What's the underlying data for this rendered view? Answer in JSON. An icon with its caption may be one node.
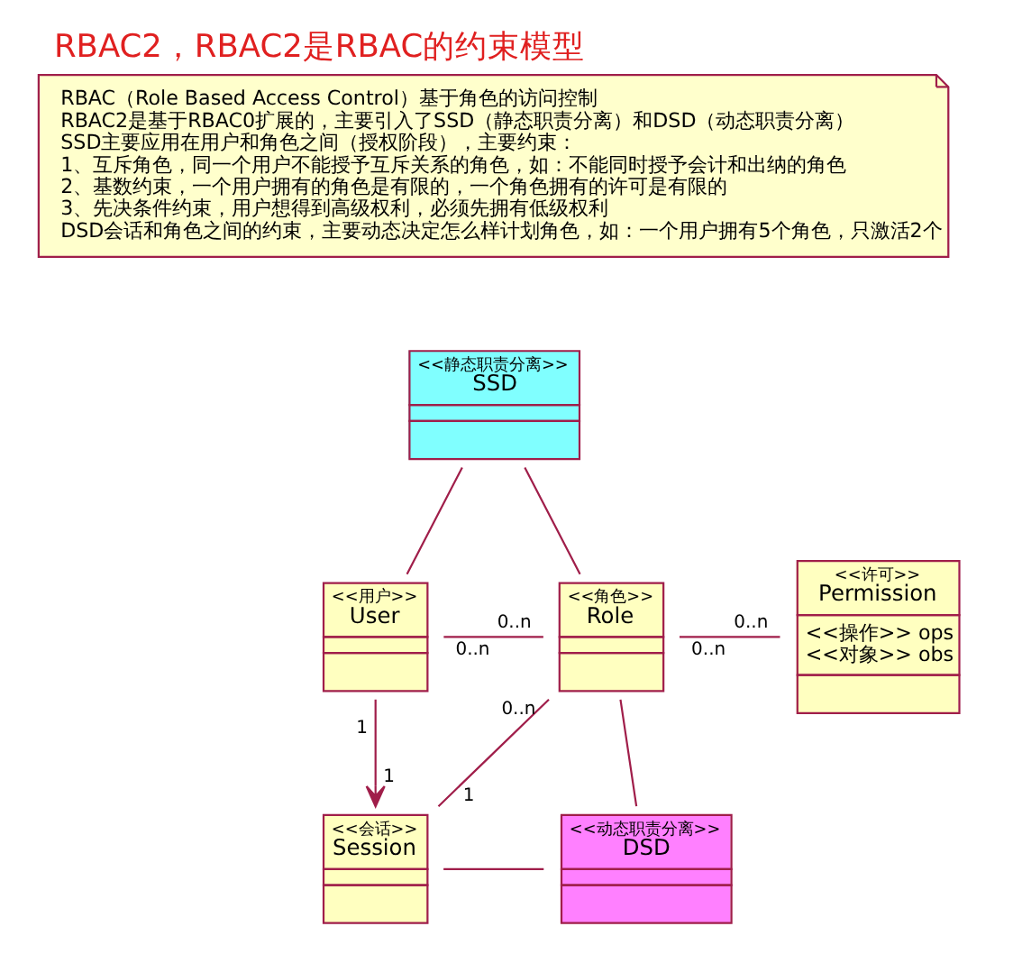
{
  "diagram": {
    "title": "RBAC2，RBAC2是RBAC的约束模型",
    "nodes": [
      {
        "text": [
          "RBAC（Role Based Access Control）基于角色的访问控制",
          "RBAC2是基于RBAC0扩展的，主要引入了SSD（静态职责分离）和DSD（动态职责分离）",
          "SSD主要应用在用户和角色之间（授权阶段），主要约束：",
          "1、互斥角色，同一个用户不能授予互斥关系的角色，如：不能同时授予会计和出纳的角色",
          "2、基数约束，一个用户拥有的角色是有限的，一个角色拥有的许可是有限的",
          "3、先决条件约束，用户想得到高级权利，必须先拥有低级权利",
          "DSD会话和角色之间的约束，主要动态决定怎么样计划角色，如：一个用户拥有5个角色，只激活2个"
        ]
      },
      {
        "text": [
          "<<静态职责分离>>",
          "SSD"
        ]
      },
      {
        "text": [
          "<<用户>>",
          "User"
        ]
      },
      {
        "text": [
          "<<角色>>",
          "Role"
        ]
      },
      {
        "text": [
          "<<许可>>",
          "Permission",
          "<<操作>> ops",
          "<<对象>> obs"
        ]
      },
      {
        "text": [
          "<<会话>>",
          "Session"
        ]
      },
      {
        "text": [
          "<<动态职责分离>>",
          "DSD"
        ]
      }
    ],
    "edges": [
      {
        "from": 1,
        "to": 2,
        "arrow": "none"
      },
      {
        "from": 1,
        "to": 3,
        "arrow": "none"
      },
      {
        "from": 2,
        "to": 3,
        "arrow": "none"
      },
      {
        "from": 3,
        "to": 4,
        "arrow": "none"
      },
      {
        "from": 2,
        "to": 5,
        "arrow": "to"
      },
      {
        "from": 3,
        "to": 5,
        "arrow": "none"
      },
      {
        "from": 3,
        "to": 6,
        "arrow": "none"
      },
      {
        "from": 5,
        "to": 6,
        "arrow": "none"
      }
    ],
    "labels": [
      "0..n",
      "0..n",
      "0..n",
      "0..n",
      "1",
      "0..n",
      "1",
      "1"
    ]
  }
}
